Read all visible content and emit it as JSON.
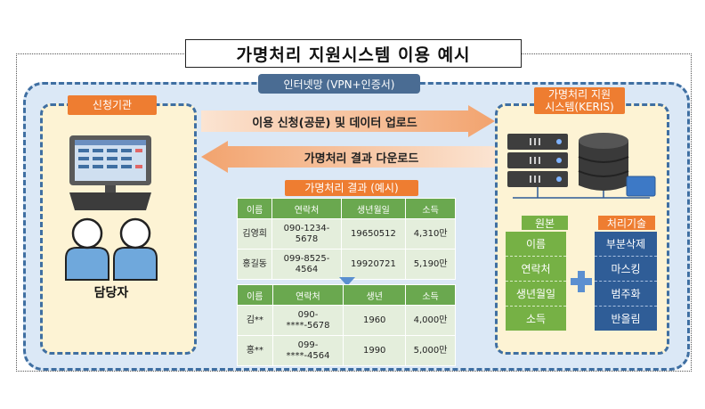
{
  "title": "가명처리 지원시스템 이용 예시",
  "network_label": "인터넷망 (VPN+인증서)",
  "applicant": {
    "tag": "신청기관",
    "person_label": "담당자"
  },
  "system": {
    "tag_line1": "가명처리 지원",
    "tag_line2": "시스템(KERIS)"
  },
  "arrows": {
    "upload": "이용 신청(공문) 및 데이터 업로드",
    "download": "가명처리 결과 다운로드"
  },
  "result_tag": "가명처리 결과 (예시)",
  "table_before": {
    "headers": [
      "이름",
      "연락처",
      "생년월일",
      "소득"
    ],
    "rows": [
      [
        "김영희",
        "090-1234-5678",
        "19650512",
        "4,310만"
      ],
      [
        "홍길동",
        "099-8525-4564",
        "19920721",
        "5,190만"
      ]
    ]
  },
  "table_after": {
    "headers": [
      "이름",
      "연락처",
      "생년",
      "소득"
    ],
    "rows": [
      [
        "김**",
        "090-****-5678",
        "1960",
        "4,000만"
      ],
      [
        "홍**",
        "099-****-4564",
        "1990",
        "5,000만"
      ]
    ]
  },
  "original": {
    "heading": "원본",
    "items": [
      "이름",
      "연락처",
      "생년월일",
      "소득"
    ]
  },
  "techniques": {
    "heading": "처리기술",
    "items": [
      "부분삭제",
      "마스킹",
      "범주화",
      "반올림"
    ]
  },
  "colors": {
    "orange": "#ee7d31",
    "green": "#76b145",
    "navy": "#2f5d97",
    "frame_blue": "#3f6fa2"
  }
}
